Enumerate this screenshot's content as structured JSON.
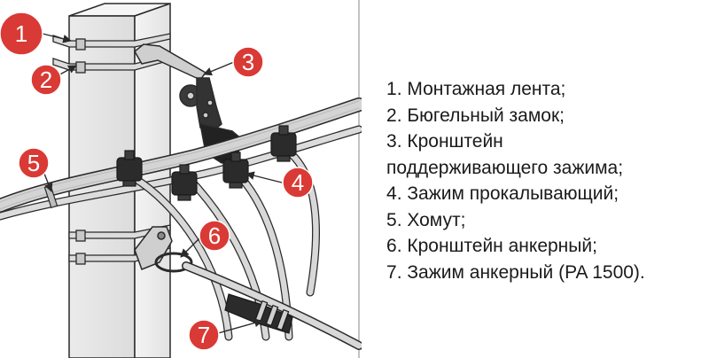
{
  "callouts": [
    {
      "num": "1",
      "label": "Монтажная лента;"
    },
    {
      "num": "2",
      "label": "Бюгельный замок;"
    },
    {
      "num": "3",
      "label": "Кронштейн",
      "label_cont": "поддерживающего зажима;"
    },
    {
      "num": "4",
      "label": "Зажим прокалывающий;"
    },
    {
      "num": "5",
      "label": "Хомут;"
    },
    {
      "num": "6",
      "label": "Кронштейн анкерный;"
    },
    {
      "num": "7",
      "label": "Зажим анкерный (PA 1500)."
    }
  ],
  "colors": {
    "badge": "#d93a35",
    "pole": "#e7e7e7",
    "cable": "#d2d2d2",
    "clamp": "#2b2b2b",
    "outline": "#2a2a2a"
  }
}
